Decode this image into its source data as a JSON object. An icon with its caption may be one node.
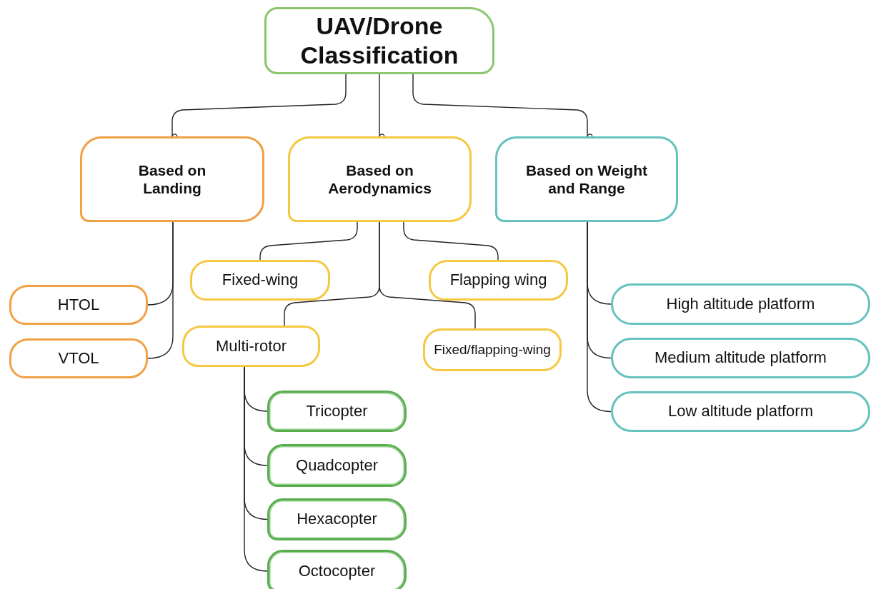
{
  "diagram": {
    "nodes": [
      {
        "text": [
          "UAV/Drone Classification"
        ]
      },
      {
        "text": [
          "Based on Landing"
        ]
      },
      {
        "text": [
          "Based on Aerodynamics"
        ]
      },
      {
        "text": [
          "Based on Weight and Range"
        ]
      },
      {
        "text": [
          "HTOL"
        ]
      },
      {
        "text": [
          "VTOL"
        ]
      },
      {
        "text": [
          "Fixed-wing"
        ]
      },
      {
        "text": [
          "Flapping wing"
        ]
      },
      {
        "text": [
          "Multi-rotor"
        ]
      },
      {
        "text": [
          "Fixed/flapping-wing"
        ]
      },
      {
        "text": [
          "Tricopter"
        ]
      },
      {
        "text": [
          "Quadcopter"
        ]
      },
      {
        "text": [
          "Hexacopter"
        ]
      },
      {
        "text": [
          "Octocopter"
        ]
      },
      {
        "text": [
          "High altitude platform"
        ]
      },
      {
        "text": [
          "Medium altitude platform"
        ]
      },
      {
        "text": [
          "Low altitude platform"
        ]
      }
    ],
    "edges": [
      {
        "from": 0,
        "to": 1,
        "arrow": "other"
      },
      {
        "from": 0,
        "to": 2,
        "arrow": "other"
      },
      {
        "from": 0,
        "to": 3,
        "arrow": "other"
      },
      {
        "from": 1,
        "to": 4,
        "arrow": "none"
      },
      {
        "from": 1,
        "to": 5,
        "arrow": "none"
      },
      {
        "from": 2,
        "to": 6,
        "arrow": "none"
      },
      {
        "from": 2,
        "to": 7,
        "arrow": "none"
      },
      {
        "from": 2,
        "to": 8,
        "arrow": "none"
      },
      {
        "from": 2,
        "to": 9,
        "arrow": "none"
      },
      {
        "from": 8,
        "to": 10,
        "arrow": "none"
      },
      {
        "from": 8,
        "to": 11,
        "arrow": "none"
      },
      {
        "from": 8,
        "to": 12,
        "arrow": "none"
      },
      {
        "from": 8,
        "to": 13,
        "arrow": "none"
      },
      {
        "from": 3,
        "to": 14,
        "arrow": "none"
      },
      {
        "from": 3,
        "to": 15,
        "arrow": "none"
      },
      {
        "from": 3,
        "to": 16,
        "arrow": "none"
      }
    ]
  }
}
